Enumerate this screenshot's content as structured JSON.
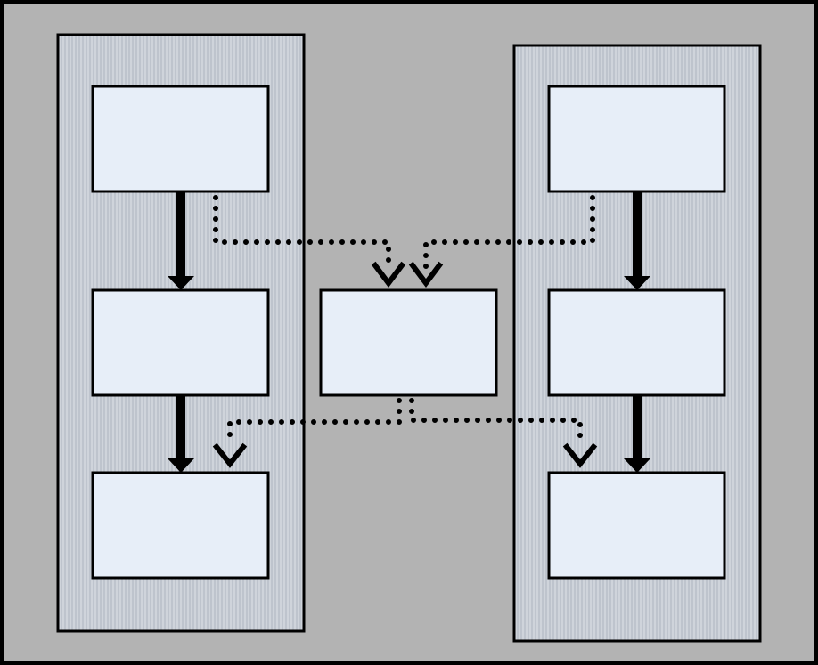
{
  "colors": {
    "background": "#b3b3b3",
    "lane_fill": "#cfd4db",
    "lane_stripe": "#aeb5bf",
    "box_fill": "#e7eef8",
    "stroke": "#000000"
  },
  "lanes": [
    {
      "id": "lane-left",
      "boxes": [
        {
          "id": "left-box-1",
          "label": ""
        },
        {
          "id": "left-box-2",
          "label": ""
        },
        {
          "id": "left-box-3",
          "label": ""
        }
      ]
    },
    {
      "id": "lane-right",
      "boxes": [
        {
          "id": "right-box-1",
          "label": ""
        },
        {
          "id": "right-box-2",
          "label": ""
        },
        {
          "id": "right-box-3",
          "label": ""
        }
      ]
    }
  ],
  "center_box": {
    "id": "center-box",
    "label": ""
  },
  "connectors": {
    "solid": [
      {
        "from": "left-box-1",
        "to": "left-box-2"
      },
      {
        "from": "left-box-2",
        "to": "left-box-3"
      },
      {
        "from": "right-box-1",
        "to": "right-box-2"
      },
      {
        "from": "right-box-2",
        "to": "right-box-3"
      }
    ],
    "dotted": [
      {
        "from": "left-box-1",
        "to": "center-box"
      },
      {
        "from": "right-box-1",
        "to": "center-box"
      },
      {
        "from": "center-box",
        "to": "left-box-3"
      },
      {
        "from": "center-box",
        "to": "right-box-3"
      }
    ]
  }
}
